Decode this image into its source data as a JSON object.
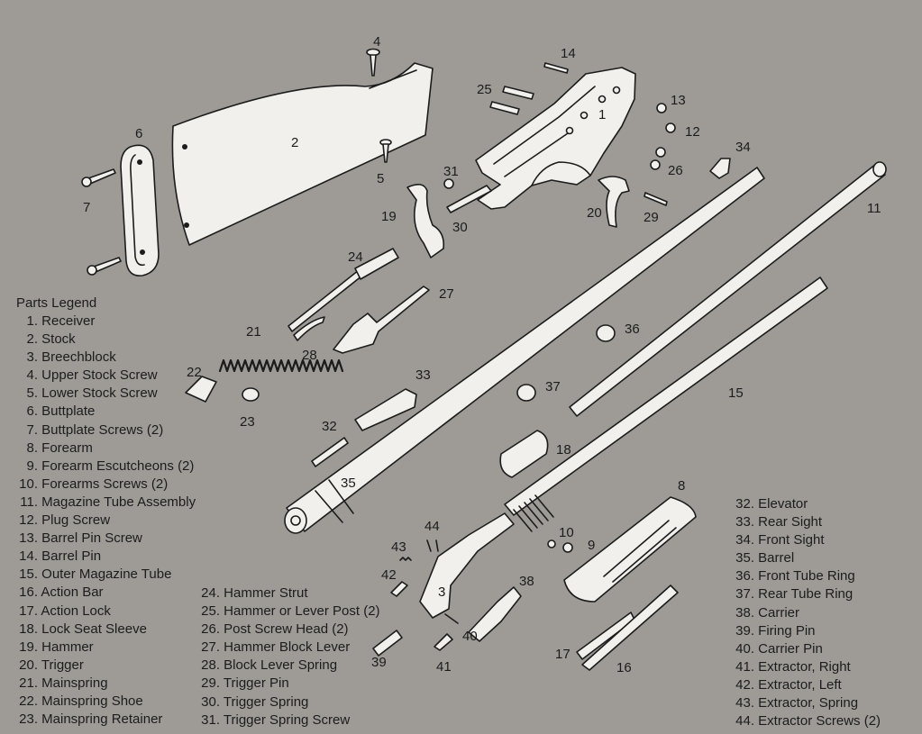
{
  "legend_title": "Parts Legend",
  "parts": [
    {
      "n": "1.",
      "label": "Receiver"
    },
    {
      "n": "2.",
      "label": "Stock"
    },
    {
      "n": "3.",
      "label": "Breechblock"
    },
    {
      "n": "4.",
      "label": "Upper Stock Screw"
    },
    {
      "n": "5.",
      "label": "Lower Stock Screw"
    },
    {
      "n": "6.",
      "label": "Buttplate"
    },
    {
      "n": "7.",
      "label": "Buttplate Screws (2)"
    },
    {
      "n": "8.",
      "label": "Forearm"
    },
    {
      "n": "9.",
      "label": "Forearm Escutcheons (2)"
    },
    {
      "n": "10.",
      "label": "Forearms Screws (2)"
    },
    {
      "n": "11.",
      "label": "Magazine Tube Assembly"
    },
    {
      "n": "12.",
      "label": "Plug Screw"
    },
    {
      "n": "13.",
      "label": "Barrel Pin Screw"
    },
    {
      "n": "14.",
      "label": "Barrel Pin"
    },
    {
      "n": "15.",
      "label": "Outer Magazine Tube"
    },
    {
      "n": "16.",
      "label": "Action Bar"
    },
    {
      "n": "17.",
      "label": "Action Lock"
    },
    {
      "n": "18.",
      "label": "Lock Seat Sleeve"
    },
    {
      "n": "19.",
      "label": "Hammer"
    },
    {
      "n": "20.",
      "label": "Trigger"
    },
    {
      "n": "21.",
      "label": "Mainspring"
    },
    {
      "n": "22.",
      "label": "Mainspring Shoe"
    },
    {
      "n": "23.",
      "label": "Mainspring Retainer"
    },
    {
      "n": "24.",
      "label": "Hammer Strut"
    },
    {
      "n": "25.",
      "label": "Hammer or Lever Post (2)"
    },
    {
      "n": "26.",
      "label": "Post Screw Head (2)"
    },
    {
      "n": "27.",
      "label": "Hammer Block Lever"
    },
    {
      "n": "28.",
      "label": "Block Lever Spring"
    },
    {
      "n": "29.",
      "label": "Trigger Pin"
    },
    {
      "n": "30.",
      "label": "Trigger Spring"
    },
    {
      "n": "31.",
      "label": "Trigger Spring Screw"
    },
    {
      "n": "32.",
      "label": "Elevator"
    },
    {
      "n": "33.",
      "label": "Rear Sight"
    },
    {
      "n": "34.",
      "label": "Front Sight"
    },
    {
      "n": "35.",
      "label": "Barrel"
    },
    {
      "n": "36.",
      "label": "Front Tube Ring"
    },
    {
      "n": "37.",
      "label": "Rear Tube Ring"
    },
    {
      "n": "38.",
      "label": "Carrier"
    },
    {
      "n": "39.",
      "label": "Firing Pin"
    },
    {
      "n": "40.",
      "label": "Carrier Pin"
    },
    {
      "n": "41.",
      "label": "Extractor, Right"
    },
    {
      "n": "42.",
      "label": "Extractor, Left"
    },
    {
      "n": "43.",
      "label": "Extractor, Spring"
    },
    {
      "n": "44.",
      "label": "Extractor Screws (2)"
    }
  ],
  "callouts": [
    "1",
    "2",
    "3",
    "4",
    "5",
    "6",
    "7",
    "8",
    "9",
    "10",
    "11",
    "12",
    "13",
    "14",
    "15",
    "16",
    "17",
    "18",
    "19",
    "20",
    "21",
    "22",
    "23",
    "24",
    "25",
    "26",
    "27",
    "28",
    "29",
    "30",
    "31",
    "32",
    "33",
    "34",
    "35",
    "36",
    "37",
    "38",
    "39",
    "40",
    "41",
    "42",
    "43",
    "44"
  ],
  "colors": {
    "background": "#9e9b97",
    "part_fill": "#f2f0ec",
    "ink": "#1c1c1c"
  }
}
